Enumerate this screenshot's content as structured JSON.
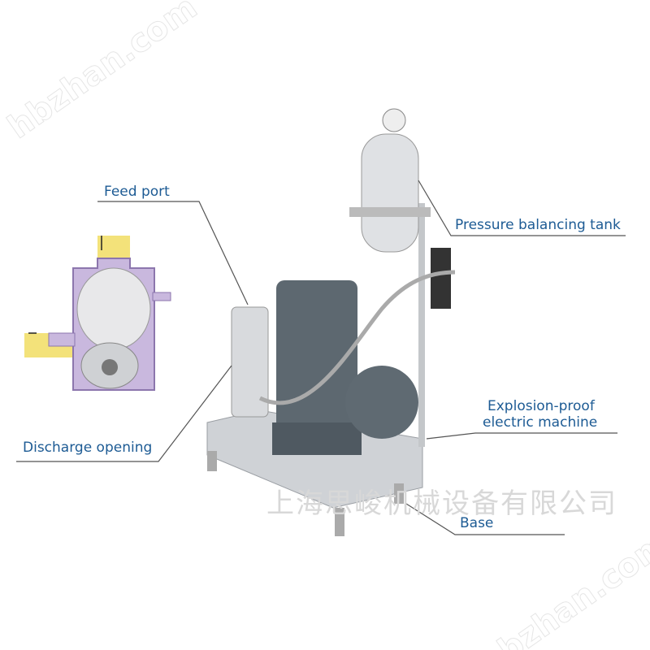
{
  "watermark": "hbzhan.com",
  "company_watermark": "上海思峻机械设备有限公司",
  "labels": {
    "feed_port": "Feed port",
    "discharge_opening": "Discharge opening",
    "pressure_tank": "Pressure balancing tank",
    "motor_line1": "Explosion-proof",
    "motor_line2": "electric machine",
    "base": "Base"
  },
  "colors": {
    "label": "#1d5b94",
    "leader_line": "#555555",
    "motor": "#5d6870",
    "steel": "#c9ccd0"
  }
}
